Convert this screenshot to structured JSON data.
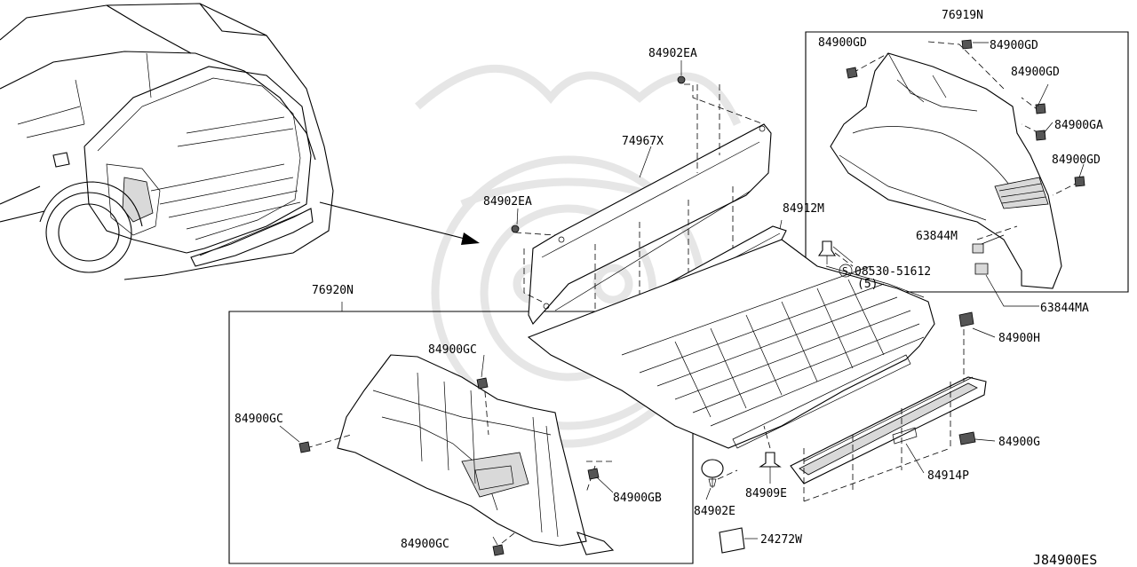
{
  "diagram_id": "J84900ES",
  "watermark": "samurai-logo",
  "callouts": {
    "c76919N": "76919N",
    "c76920N": "76920N",
    "c84902EA_top": "84902EA",
    "c84902EA_mid": "84902EA",
    "c74967X": "74967X",
    "c84912M": "84912M",
    "c08530_51612": "08530-51612",
    "c08530_qty": "(5)",
    "c08530_prefix": "S",
    "c63844M": "63844M",
    "c63844MA": "63844MA",
    "c84900GD_1": "84900GD",
    "c84900GD_2": "84900GD",
    "c84900GD_3": "84900GD",
    "c84900GD_4": "84900GD",
    "c84900GA": "84900GA",
    "c84900H": "84900H",
    "c84900G": "84900G",
    "c84914P": "84914P",
    "c84909E": "84909E",
    "c84902E": "84902E",
    "c24272W": "24272W",
    "c84900GC_1": "84900GC",
    "c84900GC_2": "84900GC",
    "c84900GC_3": "84900GC",
    "c84900GB": "84900GB"
  }
}
